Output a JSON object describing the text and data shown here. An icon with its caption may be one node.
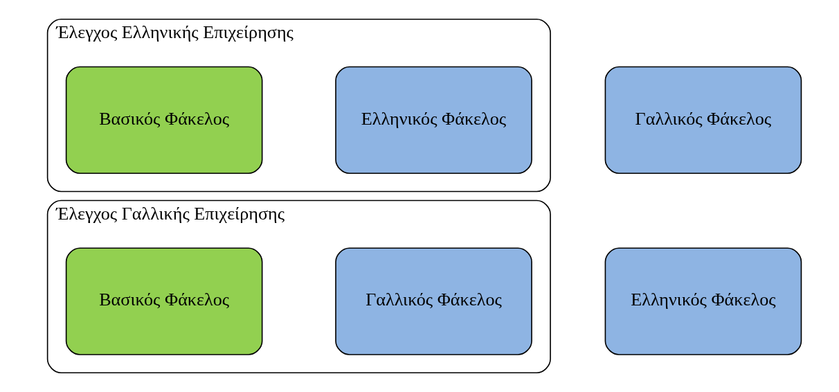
{
  "diagram": {
    "nodes": [
      {
        "text": [
          "Έλεγχος Ελληνικής Επιχείρησης"
        ]
      },
      {
        "text": [
          "Ελληνικός Φάκελος"
        ],
        "in": 0
      },
      {
        "text": [
          "Βασικός Φάκελος"
        ],
        "in": 0
      },
      {
        "text": [
          "Γαλλικός Φάκελος"
        ]
      },
      {
        "text": [
          "Έλεγχος Γαλλικής Επιχείρησης"
        ]
      },
      {
        "text": [
          "Γαλλικός Φάκελος"
        ],
        "in": 4
      },
      {
        "text": [
          "Βασικός Φάκελος"
        ],
        "in": 4
      },
      {
        "text": [
          "Ελληνικός Φάκελος"
        ]
      }
    ]
  }
}
